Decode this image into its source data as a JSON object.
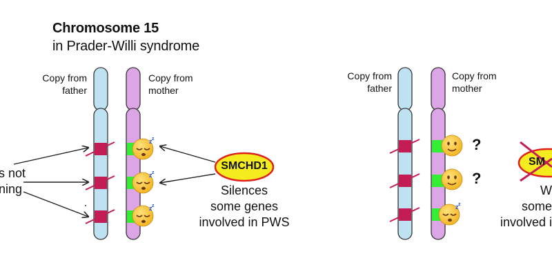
{
  "title": "Chromosome 15",
  "subtitle": "in Prader-Willi syndrome",
  "left_panel": {
    "father_label": [
      "Copy from",
      "father"
    ],
    "mother_label": [
      "Copy from",
      "mother"
    ],
    "left_text": [
      "s not",
      "ning"
    ],
    "protein_label": "SMCHD1",
    "description": [
      "Silences",
      "some genes",
      "involved in PWS"
    ],
    "mother_gene_states": [
      "sleeping",
      "sleeping",
      "sleeping"
    ]
  },
  "right_panel": {
    "father_label": [
      "Copy from",
      "father"
    ],
    "mother_label": [
      "Copy from",
      "mother"
    ],
    "protein_label": "SM",
    "description": [
      "W",
      "some",
      "involved i"
    ],
    "question_marks": [
      "?",
      "?"
    ],
    "mother_gene_states": [
      "awake",
      "awake",
      "sleeping"
    ]
  },
  "colors": {
    "father_chromosome": "#bfe2f2",
    "mother_chromosome": "#dca6e6",
    "paternal_gene": "#c41c55",
    "maternal_gene": "#33ee33",
    "protein_fill": "#f4ec1e",
    "protein_border": "#e0201c",
    "emoji_face": "#f7c33c"
  }
}
